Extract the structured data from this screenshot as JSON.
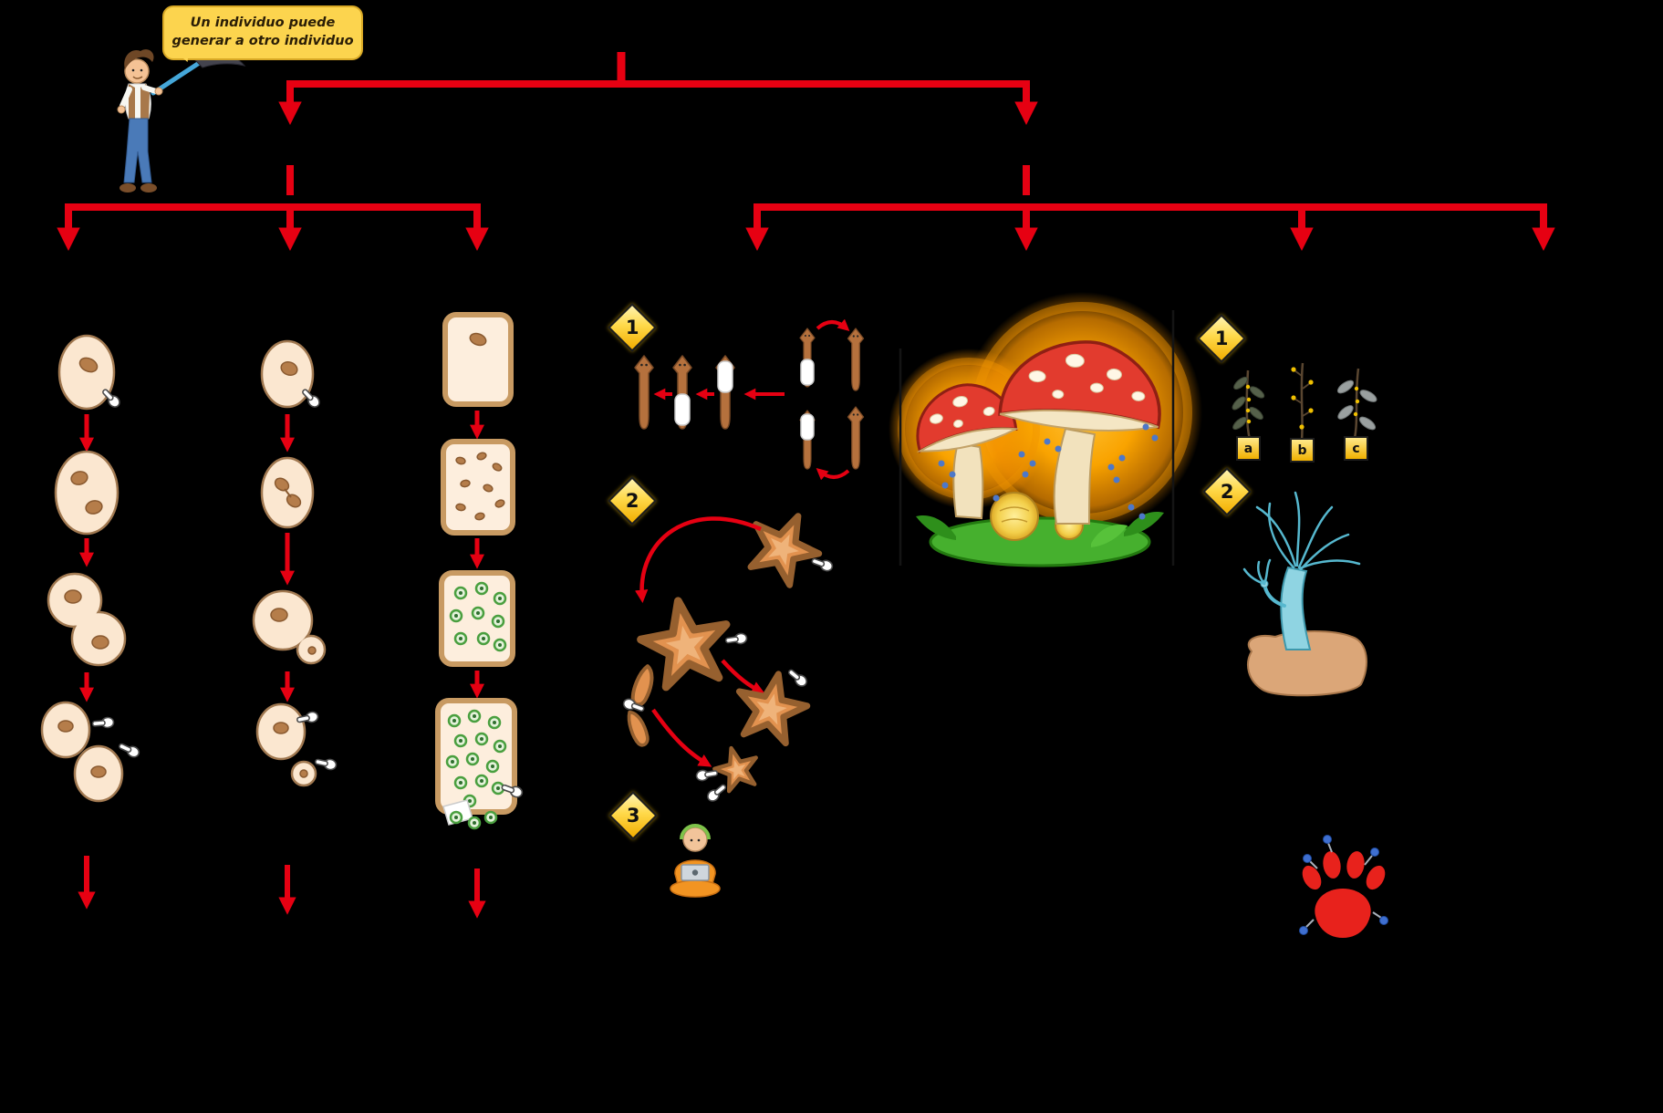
{
  "page": {
    "background": "#000000"
  },
  "speech_bubble": {
    "line1": "Un individuo puede",
    "line2": "generar a otro individuo"
  },
  "step_badges": {
    "planaria": "1",
    "starfish": "2",
    "human": "3",
    "cuttings": "1",
    "hydra": "2"
  },
  "cutting_labels": {
    "a": "a",
    "b": "b",
    "c": "c"
  },
  "colors": {
    "connector_red": "#e60012",
    "badge_yellow": "#f2ae00",
    "bubble_yellow": "#fcd44e",
    "cell_fill": "#fbe7d0",
    "spore_green": "#4a9f3f",
    "mushroom_red": "#e23b2e",
    "glow_orange": "#f8a000",
    "grass_green": "#46b02e",
    "hydra_teal": "#8fd4e2",
    "paw_red": "#e8221c",
    "pin_blue": "#3f6fd0"
  },
  "illustration_names": [
    "geologist-character-icon",
    "binary-fission-sequence",
    "budding-sequence",
    "sporulation-sequence",
    "planaria-regeneration",
    "starfish-fragmentation",
    "person-with-laptop-icon",
    "fly-agaric-mushrooms",
    "plant-cuttings",
    "hydra-budding",
    "paw-print-logo"
  ]
}
